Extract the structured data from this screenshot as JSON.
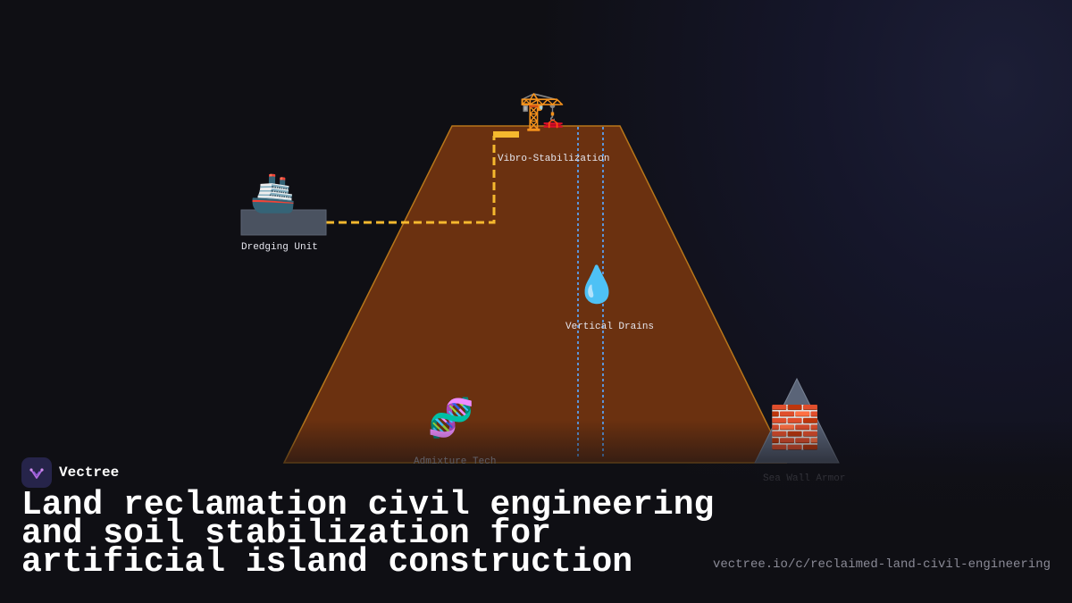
{
  "diagram": {
    "labels": {
      "dredging": "Dredging Unit",
      "vibro": "Vibro-Stabilization",
      "drains": "Vertical Drains",
      "admixture": "Admixture Tech",
      "seawall": "Sea Wall Armor"
    },
    "icons": {
      "ship": "🚢",
      "crane": "🏗️",
      "droplet": "💧",
      "dna": "🧬",
      "bricks": "🧱"
    },
    "colors": {
      "fill": "#6b3110",
      "edge": "#b8761a",
      "pipe": "#f5b82e",
      "drain": "#5aa0ee",
      "barge": "#4a5260",
      "armor": "#5a6478"
    }
  },
  "brand": {
    "name": "Vectree",
    "logo": "vectree-logo-icon"
  },
  "title": "Land reclamation civil engineering and soil stabilization for artificial island construction",
  "url": "vectree.io/c/reclaimed-land-civil-engineering"
}
